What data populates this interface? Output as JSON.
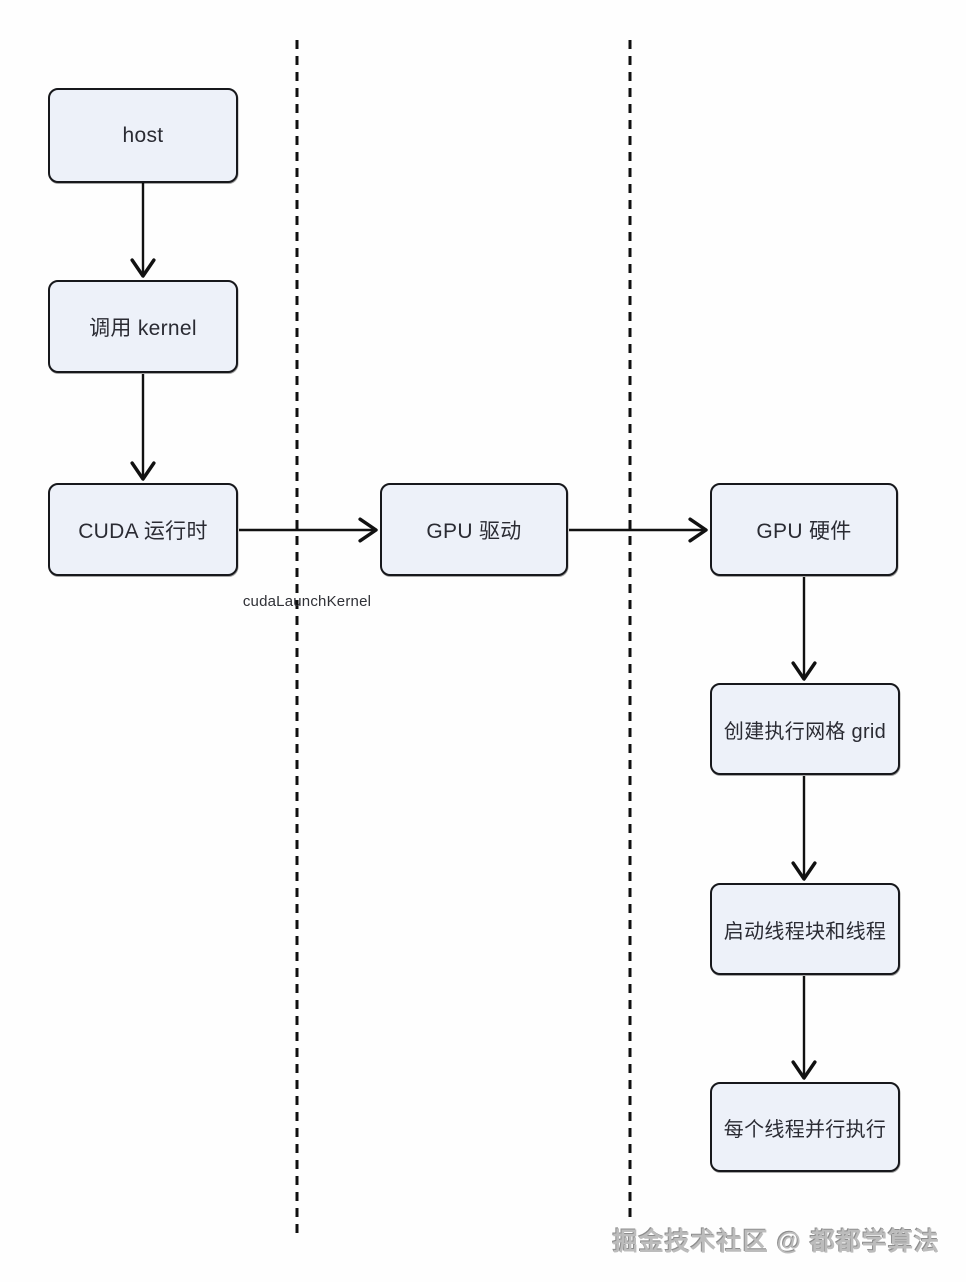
{
  "diagram": {
    "nodes": [
      {
        "id": "host",
        "label": "host"
      },
      {
        "id": "call-kernel",
        "label": "调用 kernel"
      },
      {
        "id": "cuda-runtime",
        "label": "CUDA 运行时"
      },
      {
        "id": "gpu-driver",
        "label": "GPU 驱动"
      },
      {
        "id": "gpu-hardware",
        "label": "GPU 硬件"
      },
      {
        "id": "create-grid",
        "label": "创建执行网格 grid"
      },
      {
        "id": "launch-blocks",
        "label": "启动线程块和线程"
      },
      {
        "id": "parallel-exec",
        "label": "每个线程并行执行"
      }
    ],
    "edges": [
      {
        "from": "host",
        "to": "call-kernel",
        "label": ""
      },
      {
        "from": "call-kernel",
        "to": "cuda-runtime",
        "label": ""
      },
      {
        "from": "cuda-runtime",
        "to": "gpu-driver",
        "label": "cudaLaunchKernel"
      },
      {
        "from": "gpu-driver",
        "to": "gpu-hardware",
        "label": ""
      },
      {
        "from": "gpu-hardware",
        "to": "create-grid",
        "label": ""
      },
      {
        "from": "create-grid",
        "to": "launch-blocks",
        "label": ""
      },
      {
        "from": "launch-blocks",
        "to": "parallel-exec",
        "label": ""
      }
    ],
    "edge_label": "cudaLaunchKernel",
    "lane_dividers": 2,
    "colors": {
      "node_fill": "#edf1f9",
      "node_border": "#17181c",
      "arrow": "#111111",
      "background": "#fefefe",
      "watermark": "#bcbcbc"
    }
  },
  "watermark": "掘金技术社区 @ 都都学算法"
}
